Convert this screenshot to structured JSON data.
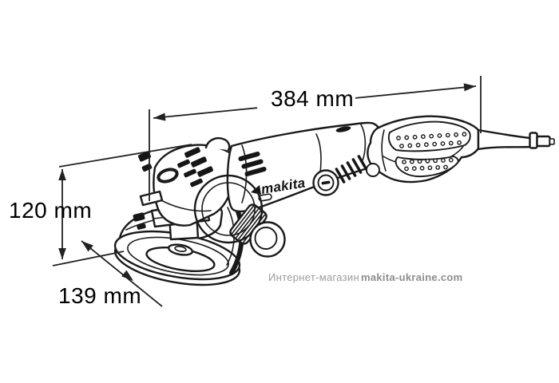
{
  "illustration": {
    "subject": "Makita angle grinder technical line drawing",
    "brand_logo": "makita"
  },
  "dimensions": {
    "length": "384 mm",
    "height": "120 mm",
    "width": "139 mm"
  },
  "watermark": {
    "prefix": "Интернет-магазин",
    "site": "makita-ukraine.com"
  },
  "colors": {
    "line_art": "#1a1a1a",
    "dimension_lines": "#222222",
    "dimension_text": "#000000",
    "watermark_prefix": "#9c9c9c",
    "watermark_site": "#8d8d8d",
    "background": "#ffffff"
  }
}
